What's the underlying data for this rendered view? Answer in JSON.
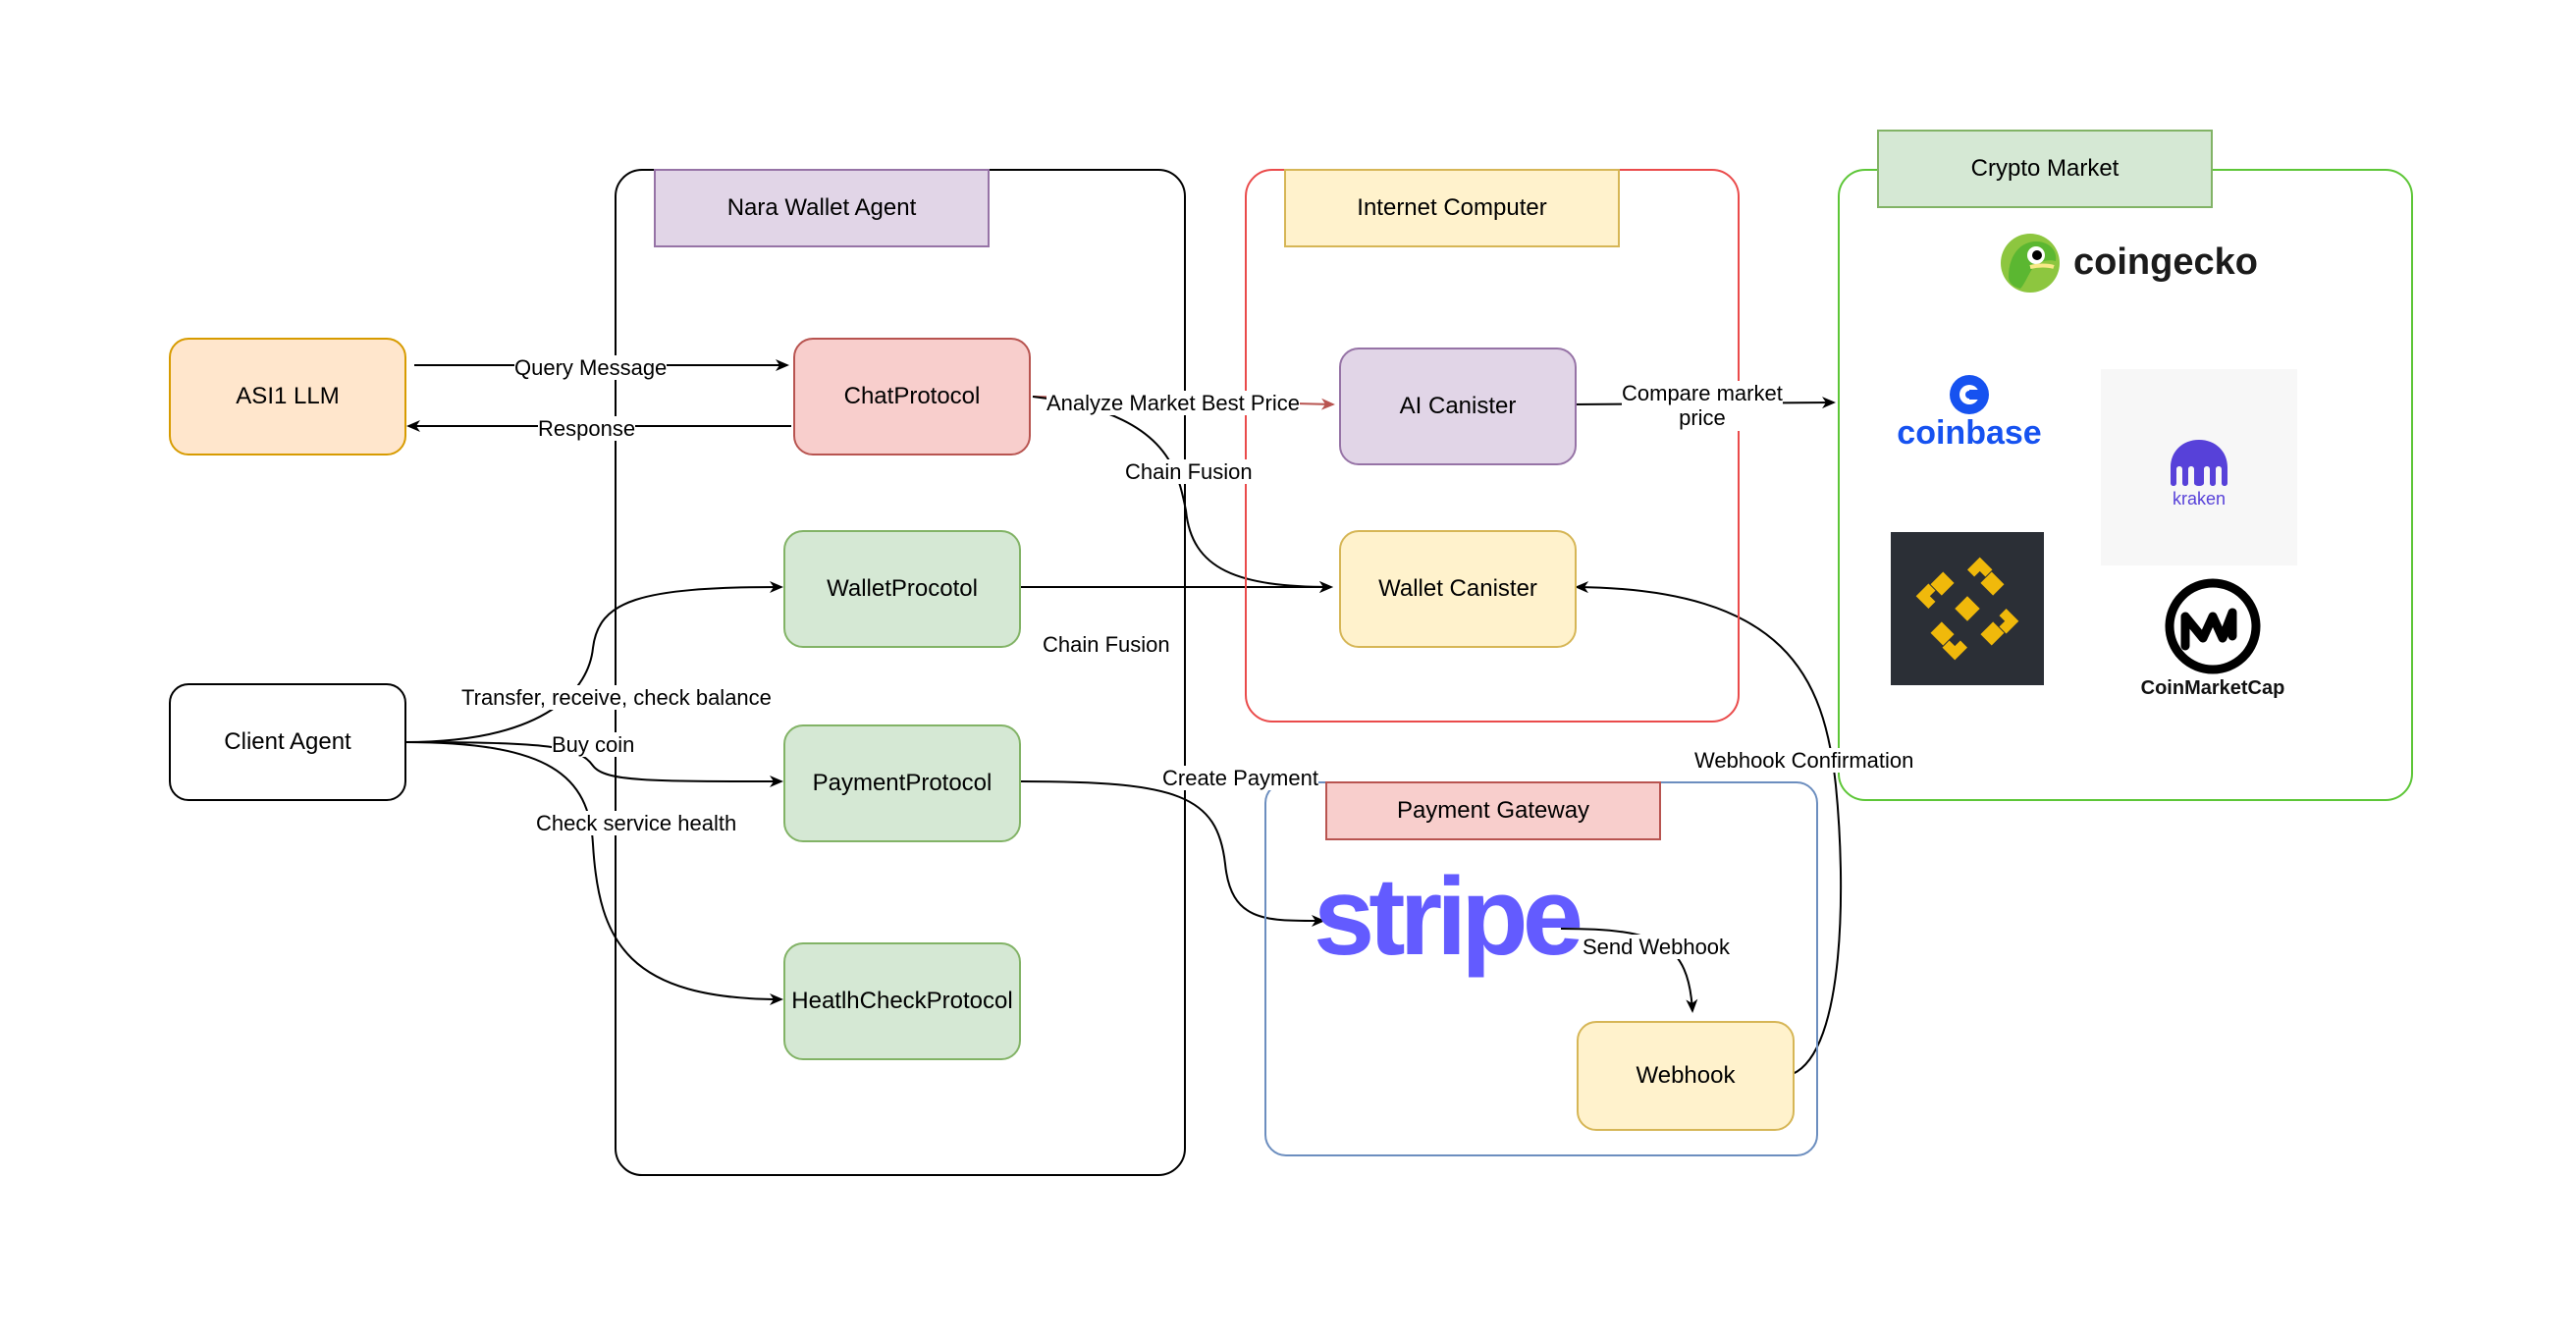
{
  "groups": {
    "nara_wallet_agent": "Nara Wallet Agent",
    "internet_computer": "Internet Computer",
    "crypto_market": "Crypto Market",
    "payment_gateway": "Payment Gateway"
  },
  "nodes": {
    "asi1_llm": "ASI1 LLM",
    "client_agent": "Client Agent",
    "chat_protocol": "ChatProtocol",
    "wallet_protocol": "WalletProcotol",
    "payment_protocol": "PaymentProtocol",
    "health_check_protocol": "HeatlhCheckProtocol",
    "ai_canister": "AI Canister",
    "wallet_canister": "Wallet Canister",
    "webhook": "Webhook"
  },
  "edge_labels": {
    "query_message": "Query Message",
    "response": "Response",
    "analyze_market_best_price": "Analyze Market Best Price",
    "chain_fusion_1": "Chain Fusion",
    "chain_fusion_2": "Chain Fusion",
    "compare_market_price_line1": "Compare market",
    "compare_market_price_line2": "price",
    "transfer_receive_check_balance": "Transfer, receive, check balance",
    "buy_coin": "Buy coin",
    "check_service_health": "Check service health",
    "create_payment": "Create Payment",
    "send_webhook": "Send Webhook",
    "webhook_confirmation": "Webhook Confirmation"
  },
  "logos": {
    "coingecko": "coingecko",
    "coinbase": "coinbase",
    "kraken": "kraken",
    "binance": "binance-logo",
    "coinmarketcap": "CoinMarketCap",
    "stripe": "stripe"
  },
  "colors": {
    "nara_wallet_agent_header": "#e1d5e7",
    "internet_computer_header": "#fff2cc",
    "crypto_market_header": "#d5e8d4",
    "payment_gateway_header": "#f8cecc",
    "internet_computer_border": "#ea4b4b",
    "crypto_market_border": "#5dc637",
    "payment_gateway_border": "#6c8ebf",
    "asi1_fill": "#ffe6cc",
    "asi1_stroke": "#d79b00",
    "chat_fill": "#f8cecc",
    "chat_stroke": "#b85450",
    "green_fill": "#d5e8d4",
    "green_stroke": "#82b366",
    "purple_fill": "#e1d5e7",
    "purple_stroke": "#9673a6",
    "yellow_fill": "#fff2cc",
    "yellow_stroke": "#d6b656",
    "stripe": "#635bff",
    "coinbase": "#1652f0",
    "kraken": "#5741d9",
    "binance_bg": "#2b2f36",
    "binance_gold": "#f0b90b"
  }
}
